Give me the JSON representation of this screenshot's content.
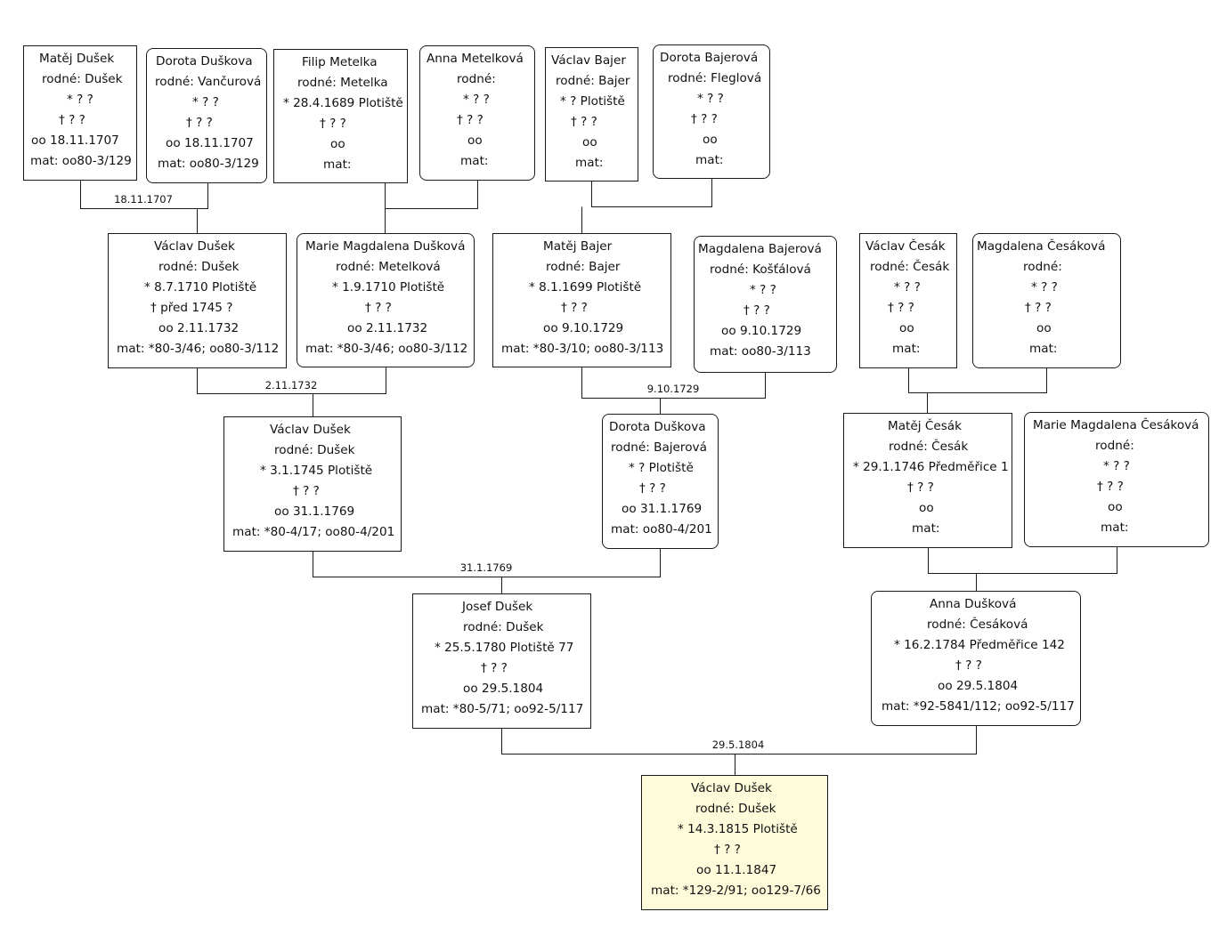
{
  "persons": {
    "matej_dusek_1": {
      "name": "Matěj Dušek",
      "born_name": "rodné: Dušek",
      "birth": "* ? ?",
      "death": "† ? ?",
      "marriage": "oo 18.11.1707",
      "records": "mat: oo80-3/129"
    },
    "dorota_duskova_1": {
      "name": "Dorota Duškova",
      "born_name": "rodné: Vančurová",
      "birth": "* ? ?",
      "death": "† ? ?",
      "marriage": "oo 18.11.1707",
      "records": "mat: oo80-3/129"
    },
    "filip_metelka": {
      "name": "Filip Metelka",
      "born_name": "rodné: Metelka",
      "birth": "* 28.4.1689 Plotiště",
      "death": "† ? ?",
      "marriage": "oo",
      "records": "mat:"
    },
    "anna_metelkova": {
      "name": "Anna Metelková",
      "born_name": "rodné:",
      "birth": "* ? ?",
      "death": "† ? ?",
      "marriage": "oo",
      "records": "mat:"
    },
    "vaclav_bajer": {
      "name": "Václav Bajer",
      "born_name": "rodné: Bajer",
      "birth": "* ? Plotiště",
      "death": "† ? ?",
      "marriage": "oo",
      "records": "mat:"
    },
    "dorota_bajerova": {
      "name": "Dorota Bajerová",
      "born_name": "rodné: Fleglová",
      "birth": "* ? ?",
      "death": "† ? ?",
      "marriage": "oo",
      "records": "mat:"
    },
    "vaclav_dusek_1710": {
      "name": "Václav Dušek",
      "born_name": "rodné: Dušek",
      "birth": "* 8.7.1710 Plotiště",
      "death": "† před 1745 ?",
      "marriage": "oo 2.11.1732",
      "records": "mat: *80-3/46; oo80-3/112"
    },
    "marie_magdalena_duskova": {
      "name": "Marie Magdalena Dušková",
      "born_name": "rodné: Metelková",
      "birth": "* 1.9.1710 Plotiště",
      "death": "† ? ?",
      "marriage": "oo 2.11.1732",
      "records": "mat: *80-3/46; oo80-3/112"
    },
    "matej_bajer": {
      "name": "Matěj Bajer",
      "born_name": "rodné: Bajer",
      "birth": "* 8.1.1699 Plotiště",
      "death": "† ? ?",
      "marriage": "oo 9.10.1729",
      "records": "mat: *80-3/10; oo80-3/113"
    },
    "magdalena_bajerova": {
      "name": "Magdalena Bajerová",
      "born_name": "rodné: Košťálová",
      "birth": "* ? ?",
      "death": "† ? ?",
      "marriage": "oo 9.10.1729",
      "records": "mat: oo80-3/113"
    },
    "vaclav_cesak": {
      "name": "Václav Česák",
      "born_name": "rodné: Česák",
      "birth": "* ? ?",
      "death": "† ? ?",
      "marriage": "oo",
      "records": "mat:"
    },
    "magdalena_cesakova": {
      "name": "Magdalena Česáková",
      "born_name": "rodné:",
      "birth": "* ? ?",
      "death": "† ? ?",
      "marriage": "oo",
      "records": "mat:"
    },
    "vaclav_dusek_1745": {
      "name": "Václav Dušek",
      "born_name": "rodné: Dušek",
      "birth": "* 3.1.1745 Plotiště",
      "death": "† ? ?",
      "marriage": "oo 31.1.1769",
      "records": "mat: *80-4/17; oo80-4/201"
    },
    "dorota_duskova_2": {
      "name": "Dorota Duškova",
      "born_name": "rodné: Bajerová",
      "birth": "* ? Plotiště",
      "death": "† ? ?",
      "marriage": "oo 31.1.1769",
      "records": "mat: oo80-4/201"
    },
    "matej_cesak": {
      "name": "Matěj Česák",
      "born_name": "rodné: Česák",
      "birth": "* 29.1.1746 Předměřice 1",
      "death": "† ? ?",
      "marriage": "oo",
      "records": "mat:"
    },
    "marie_magdalena_cesakova": {
      "name": "Marie Magdalena Česáková",
      "born_name": "rodné:",
      "birth": "* ? ?",
      "death": "† ? ?",
      "marriage": "oo",
      "records": "mat:"
    },
    "josef_dusek": {
      "name": "Josef Dušek",
      "born_name": "rodné: Dušek",
      "birth": "* 25.5.1780 Plotiště 77",
      "death": "† ? ?",
      "marriage": "oo 29.5.1804",
      "records": "mat: *80-5/71; oo92-5/117"
    },
    "anna_duskova": {
      "name": "Anna Dušková",
      "born_name": "rodné: Česáková",
      "birth": "* 16.2.1784 Předměřice 142",
      "death": "† ? ?",
      "marriage": "oo 29.5.1804",
      "records": "mat: *92-5841/112; oo92-5/117"
    },
    "vaclav_dusek_1815": {
      "name": "Václav Dušek",
      "born_name": "rodné: Dušek",
      "birth": "* 14.3.1815 Plotiště",
      "death": "† ? ?",
      "marriage": "oo 11.1.1847",
      "records": "mat: *129-2/91; oo129-7/66"
    }
  },
  "marriages": {
    "m1707": "18.11.1707",
    "m1732": "2.11.1732",
    "m1729": "9.10.1729",
    "m1769": "31.1.1769",
    "m1804": "29.5.1804"
  },
  "colors": {
    "line": "#1a1a1a",
    "root_fill": "#fdfbda"
  }
}
